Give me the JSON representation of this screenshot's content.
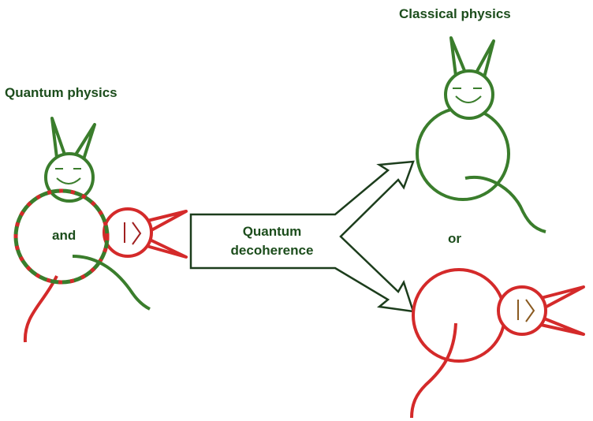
{
  "labels": {
    "quantum_physics": "Quantum physics",
    "classical_physics": "Classical physics",
    "and": "and",
    "or": "or",
    "quantum": "Quantum",
    "decoherence": "decoherence"
  },
  "colors": {
    "green_cat": "#3a7d2c",
    "red_cat": "#d42a2a",
    "text": "#1c4d1c",
    "arrow_outline": "#1c3d1c"
  }
}
